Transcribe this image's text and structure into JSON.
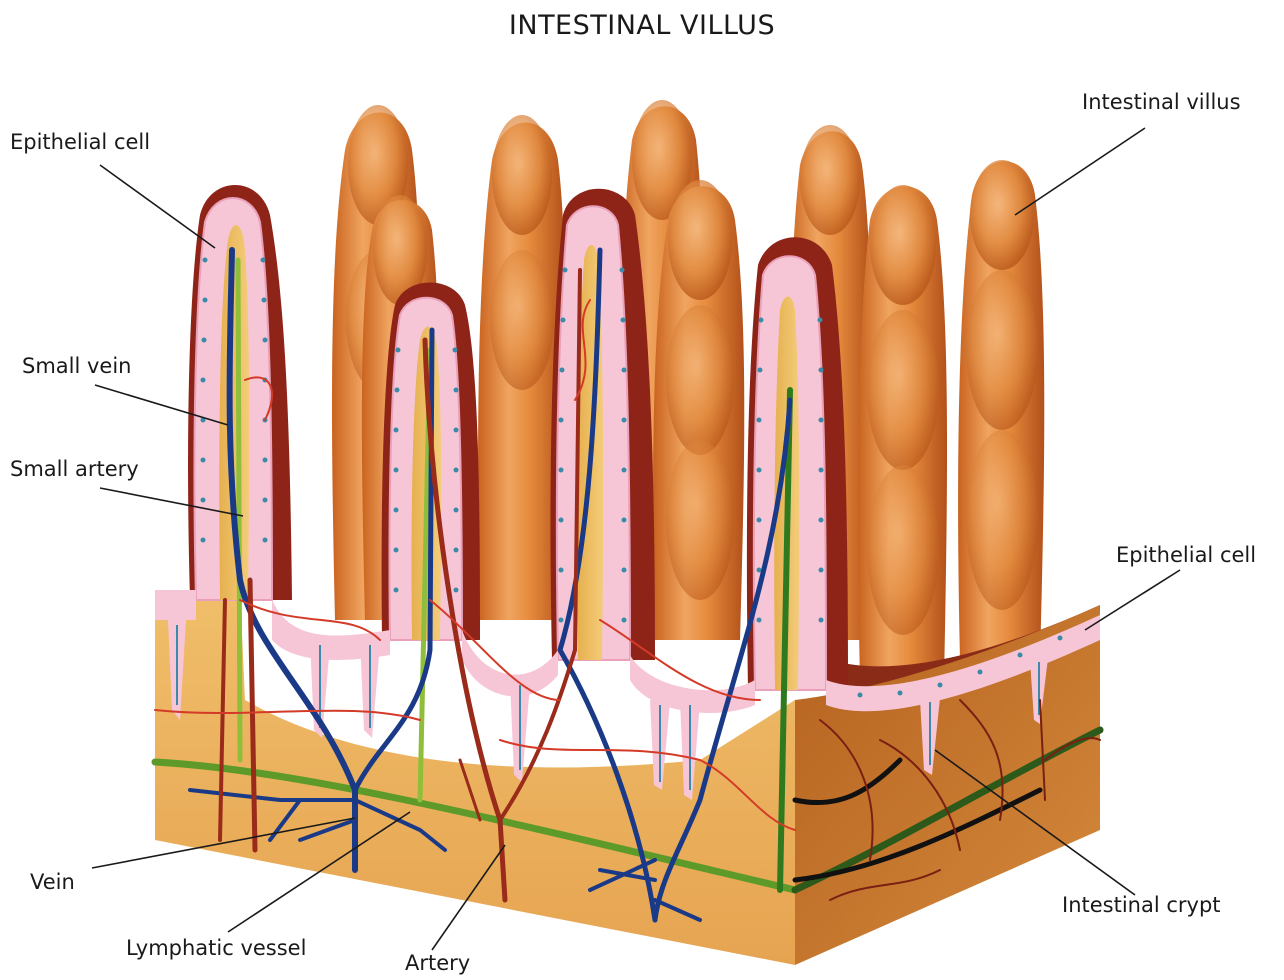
{
  "diagram": {
    "title": "INTESTINAL VILLUS",
    "labels": {
      "epithelial_cell_top": "Epithelial cell",
      "intestinal_villus": "Intestinal villus",
      "small_vein": "Small vein",
      "small_artery": "Small artery",
      "epithelial_cell_right": "Epithelial cell",
      "vein": "Vein",
      "lymphatic_vessel": "Lymphatic vessel",
      "artery": "Artery",
      "intestinal_crypt": "Intestinal crypt"
    }
  }
}
